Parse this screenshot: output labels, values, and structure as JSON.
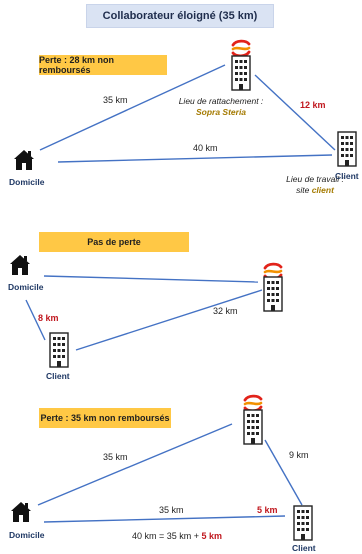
{
  "title": "Collaborateur éloigné (35 km)",
  "scenario1": {
    "banner": "Perte : 28 km non remboursés",
    "dist_home_office": "35 km",
    "dist_office_client": "12 km",
    "dist_home_client": "40 km",
    "office_caption": "Lieu de rattachement :",
    "office_name": "Sopra Steria",
    "client_caption": "Lieu de travail :",
    "client_site_prefix": "site",
    "client_site_name": "client",
    "home_label": "Domicile",
    "client_label": "Client"
  },
  "scenario2": {
    "banner": "Pas de perte",
    "dist_home_client": "8 km",
    "dist_client_office": "32 km",
    "home_label": "Domicile",
    "client_label": "Client"
  },
  "scenario3": {
    "banner": "Perte : 35 km non remboursés",
    "dist_home_office": "35 km",
    "dist_office_client": "9 km",
    "dist_home_client_a": "35 km",
    "dist_home_client_b": "5 km",
    "formula_main": "40 km = 35 km + ",
    "formula_red": "5 km",
    "home_label": "Domicile",
    "client_label": "Client"
  },
  "colors": {
    "line": "#4472c4",
    "banner": "#ffc845",
    "title_bg": "#dae3f3",
    "accent_red": "#c0171e",
    "accent_gold": "#a47a00"
  },
  "icons": [
    "house-icon",
    "office-building-icon",
    "company-logo-icon",
    "client-building-icon"
  ]
}
